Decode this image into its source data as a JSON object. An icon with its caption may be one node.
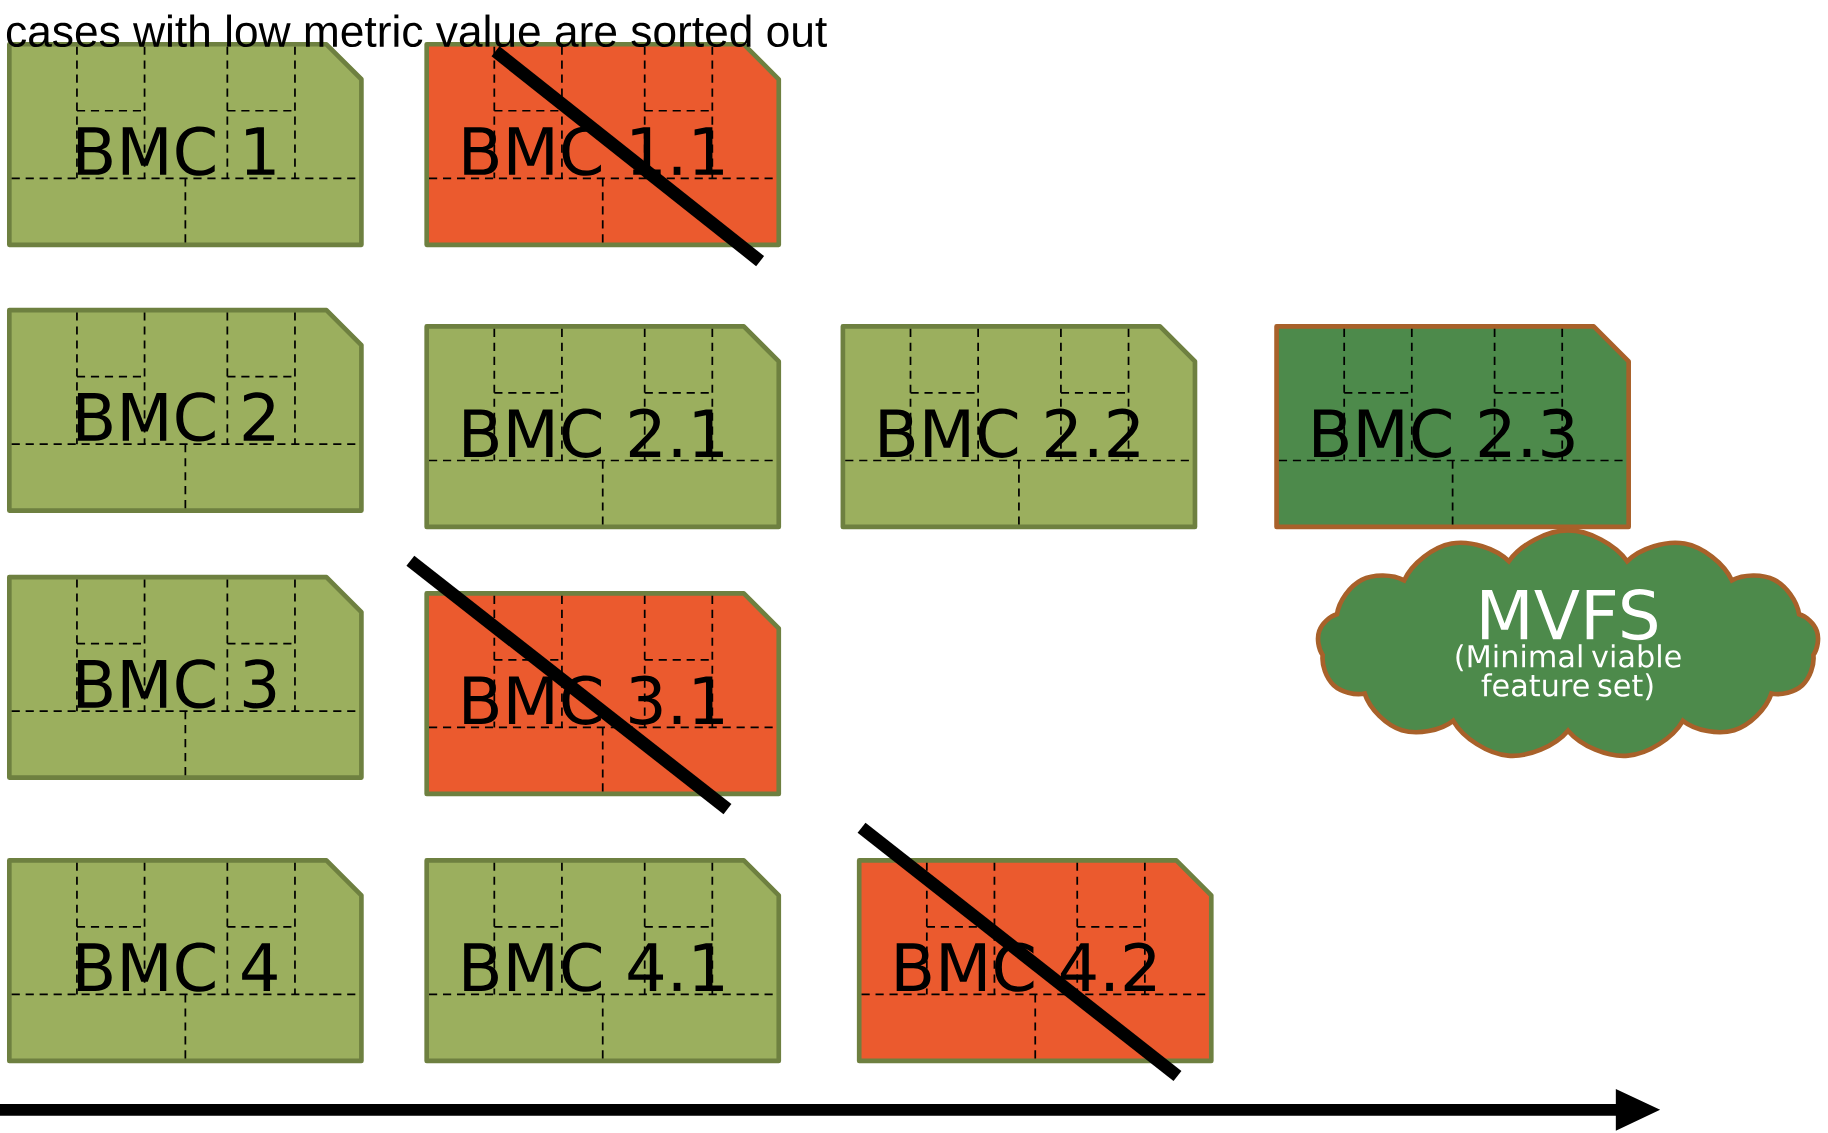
{
  "diagram": {
    "nodes": [
      {
        "text": [
          "BMC 1"
        ]
      },
      {
        "text": [
          "BMC 1.1"
        ]
      },
      {
        "text": [
          "BMC 2"
        ]
      },
      {
        "text": [
          "BMC 2.1"
        ]
      },
      {
        "text": [
          "BMC 2.2"
        ]
      },
      {
        "text": [
          "BMC 2.3"
        ]
      },
      {
        "text": [
          "BMC 3"
        ]
      },
      {
        "text": [
          "BMC 3.1"
        ]
      },
      {
        "text": [
          "BMC 4"
        ]
      },
      {
        "text": [
          "BMC 4.1"
        ]
      },
      {
        "text": [
          "BMC 4.2"
        ]
      },
      {
        "text": [
          "MVFS",
          "(Minimal viable feature set)"
        ]
      }
    ],
    "edges": [],
    "labels": [
      "cases with low metric value are sorted out"
    ]
  }
}
